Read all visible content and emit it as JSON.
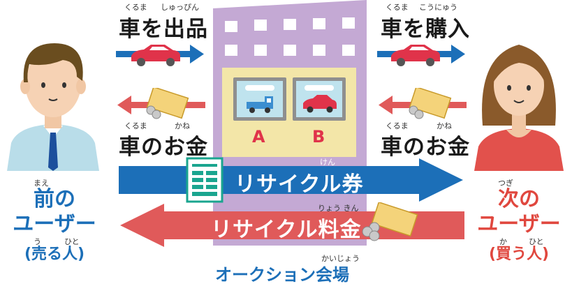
{
  "left_flow": {
    "top_label": "車を出品",
    "top_ruby_left": "くるま",
    "top_ruby_right": "しゅっぴん",
    "bottom_label": "車のお金",
    "bottom_ruby_left": "くるま",
    "bottom_ruby_right": "かね"
  },
  "right_flow": {
    "top_label": "車を購入",
    "top_ruby_left": "くるま",
    "top_ruby_right": "こうにゅう",
    "bottom_label": "車のお金",
    "bottom_ruby_left": "くるま",
    "bottom_ruby_right": "かね"
  },
  "seller": {
    "line1": "前の",
    "line1_ruby": "まえ",
    "line2": "ユーザー",
    "line3": "(売る人)",
    "line3_ruby_left": "う",
    "line3_ruby_right": "ひと"
  },
  "buyer": {
    "line1": "次の",
    "line1_ruby": "つぎ",
    "line2": "ユーザー",
    "line3": "(買う人)",
    "line3_ruby_left": "か",
    "line3_ruby_right": "ひと"
  },
  "lots": {
    "a": "A",
    "b": "B"
  },
  "banners": {
    "ticket": "リサイクル券",
    "ticket_ruby": "けん",
    "fee": "リサイクル料金",
    "fee_ruby": "りょう きん"
  },
  "hall": {
    "label": "オークション会場",
    "ruby": "かいじょう"
  },
  "colors": {
    "building": "#c4a9d4",
    "blue_arrow": "#1c6fb8",
    "red_arrow": "#e05a5a",
    "car": "#e0334a",
    "truck": "#3b8ed0"
  }
}
